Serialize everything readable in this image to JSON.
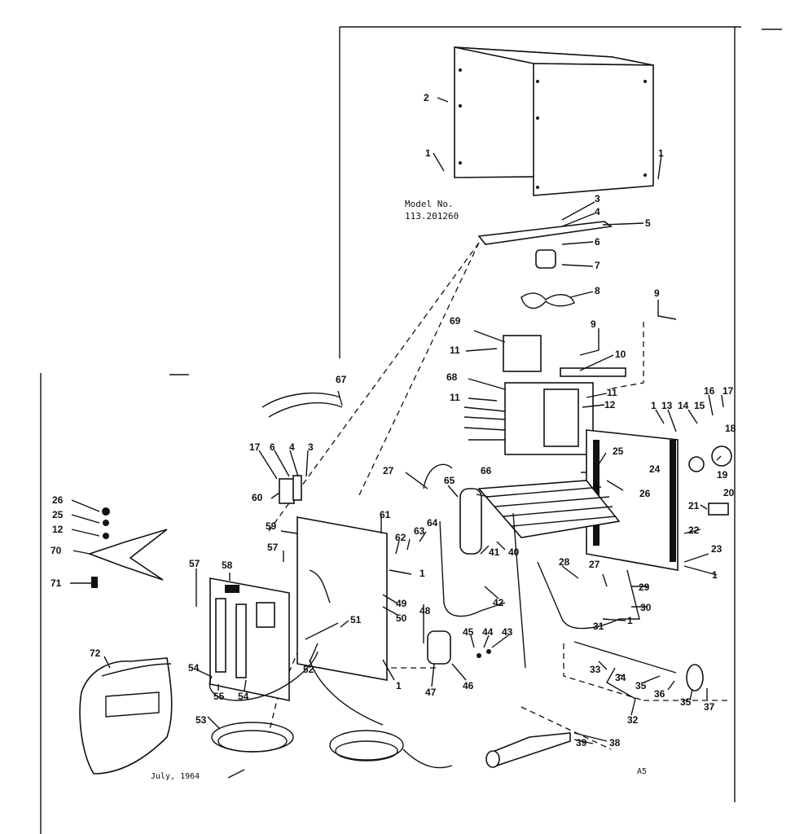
{
  "model": {
    "label": "Model No.",
    "number": "113.201260"
  },
  "footer": {
    "date": "July, 1964",
    "code": "A5"
  },
  "callouts": {
    "c1a": "1",
    "c1b": "1",
    "c2": "2",
    "c3a": "3",
    "c4a": "4",
    "c5": "5",
    "c6a": "6",
    "c7": "7",
    "c8": "8",
    "c9a": "9",
    "c9b": "9",
    "c10": "10",
    "c11a": "11",
    "c11b": "11",
    "c11c": "11",
    "c12a": "12",
    "c68": "68",
    "c69": "69",
    "c1c": "1",
    "c13": "13",
    "c14": "14",
    "c15": "15",
    "c16": "16",
    "c17a": "17",
    "c18": "18",
    "c19": "19",
    "c20": "20",
    "c21": "21",
    "c22": "22",
    "c23": "23",
    "c1d": "1",
    "c24": "24",
    "c25a": "25",
    "c26a": "26",
    "c27a": "27",
    "c65": "65",
    "c66": "66",
    "c41": "41",
    "c40": "40",
    "c42": "42",
    "c28": "28",
    "c27b": "27",
    "c29": "29",
    "c30": "30",
    "c1e": "1",
    "c31": "31",
    "c33": "33",
    "c34a": "34",
    "c35a": "35",
    "c36": "36",
    "c35b": "35",
    "c37": "37",
    "c32": "32",
    "c38": "38",
    "c39": "39",
    "c67": "67",
    "c17b": "17",
    "c6b": "6",
    "c4b": "4",
    "c3b": "3",
    "c60": "60",
    "c59": "59",
    "c61": "61",
    "c62": "62",
    "c63": "63",
    "c64": "64",
    "c1f": "1",
    "c49": "49",
    "c50": "50",
    "c51": "51",
    "c52": "52",
    "c48": "48",
    "c45": "45",
    "c44": "44",
    "c43": "43",
    "c47": "47",
    "c46": "46",
    "c1g": "1",
    "c57a": "57",
    "c57b": "57",
    "c58": "58",
    "c54a": "54",
    "c55": "55",
    "c54b": "54",
    "c53": "53",
    "c26b": "26",
    "c25b": "25",
    "c12b": "12",
    "c70": "70",
    "c71": "71",
    "c72": "72"
  }
}
